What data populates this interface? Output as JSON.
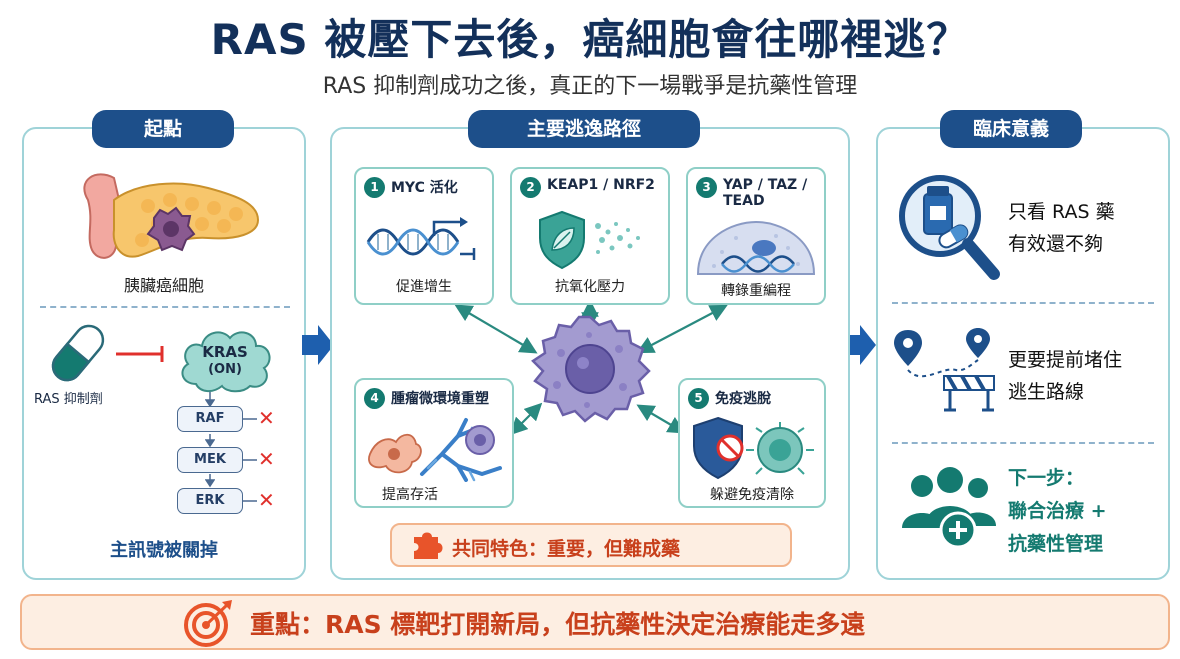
{
  "header": {
    "title": "RAS 被壓下去後，癌細胞會往哪裡逃？",
    "subtitle": "RAS 抑制劑成功之後，真正的下一場戰爭是抗藥性管理"
  },
  "left": {
    "pill": "起點",
    "pancreas_caption": "胰臟癌細胞",
    "drug_label": "RAS 抑制劑",
    "kras_label": "KRAS",
    "kras_state": "(ON)",
    "pathway": [
      "RAF",
      "MEK",
      "ERK"
    ],
    "block_mark": "✕",
    "footer": "主訊號被關掉"
  },
  "center": {
    "pill": "主要逃逸路徑",
    "routes": [
      {
        "num": "1",
        "title": "MYC 活化",
        "caption": "促進增生"
      },
      {
        "num": "2",
        "title": "KEAP1 / NRF2",
        "caption": "抗氧化壓力"
      },
      {
        "num": "3",
        "title_lines": [
          "YAP / TAZ /",
          "TEAD"
        ],
        "caption": "轉錄重編程"
      },
      {
        "num": "4",
        "title": "腫瘤微環境重塑",
        "caption": "提高存活"
      },
      {
        "num": "5",
        "title": "免疫逃脫",
        "caption": "躲避免疫清除"
      }
    ],
    "common": "共同特色：重要，但難成藥"
  },
  "right": {
    "pill": "臨床意義",
    "points": [
      {
        "lines": [
          "只看 RAS 藥",
          "有效還不夠"
        ]
      },
      {
        "lines": [
          "更要提前堵住",
          "逃生路線"
        ]
      },
      {
        "lines": [
          "下一步：",
          "聯合治療 +",
          "抗藥性管理"
        ]
      }
    ]
  },
  "footer": {
    "text": "重點：RAS 標靶打開新局，但抗藥性決定治療能走多遠"
  },
  "colors": {
    "navy": "#13305a",
    "teal": "#147a70",
    "panel_border": "#9fd3d8",
    "accent_orange": "#e8542a",
    "blue_arrow": "#1e5fae"
  }
}
